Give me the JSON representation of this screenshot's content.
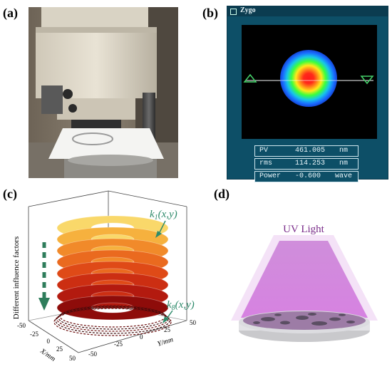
{
  "panels": {
    "a": {
      "label": "(a)"
    },
    "b": {
      "label": "(b)"
    },
    "c": {
      "label": "(c)"
    },
    "d": {
      "label": "(d)"
    }
  },
  "zygo": {
    "app_name": "Zygo",
    "menu_icon": "window-menu-icon",
    "readouts": [
      {
        "name": "PV",
        "value": "461.005",
        "unit": "nm"
      },
      {
        "name": "rms",
        "value": "114.253",
        "unit": "nm"
      },
      {
        "name": "Power",
        "value": "-0.600",
        "unit": "wave"
      }
    ]
  },
  "surface_plot": {
    "z_label": "Different influence factors",
    "x_label": "X/mm",
    "y_label": "Y/mm",
    "x_ticks": [
      "-50",
      "-25",
      "0",
      "25",
      "50"
    ],
    "y_ticks": [
      "-50",
      "-25",
      "0",
      "25",
      "50"
    ],
    "annotation_top": {
      "k": "k",
      "sub": "1",
      "args": "(x,y)"
    },
    "annotation_bottom": {
      "k": "k",
      "sub": "8",
      "args": "(x,y)"
    },
    "layer_colors": [
      "#f9d86a",
      "#f6b13e",
      "#f18a2a",
      "#ea6a1f",
      "#df4a17",
      "#cc2e12",
      "#b31a0f",
      "#8e0c0a"
    ]
  },
  "uv": {
    "label": "UV Light",
    "beam_color": "#d57de0"
  }
}
